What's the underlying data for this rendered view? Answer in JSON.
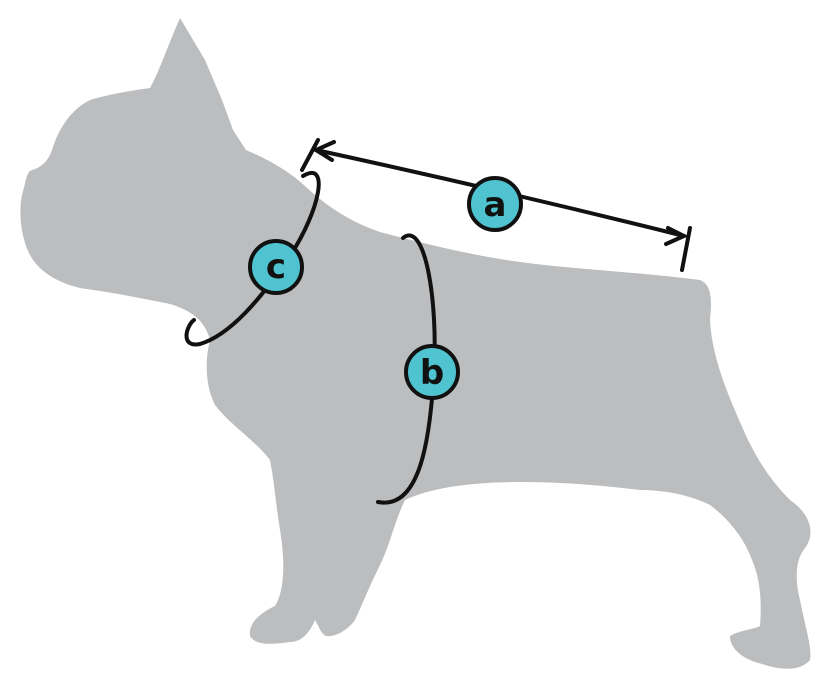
{
  "colors": {
    "background": "#ffffff",
    "silhouette": "#bcbdbf",
    "line": "#111111",
    "badge_fill": "#4fc3cf",
    "badge_text": "#111111"
  },
  "measurements": [
    {
      "label": "a"
    },
    {
      "label": "b"
    },
    {
      "label": "c"
    }
  ]
}
